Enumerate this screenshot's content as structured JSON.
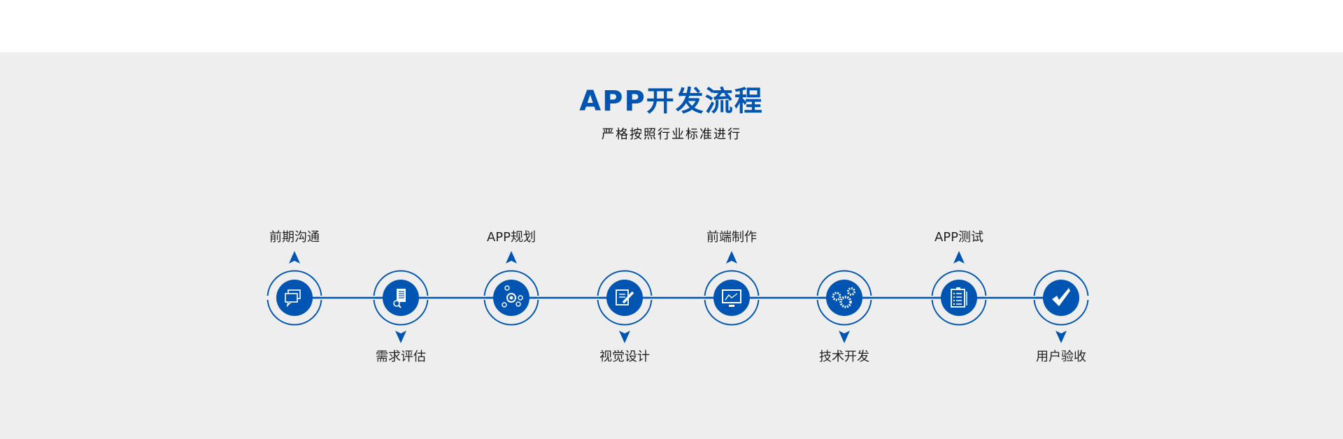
{
  "header": {
    "title": "APP开发流程",
    "subtitle": "严格按照行业标准进行"
  },
  "accent_color": "#0055b3",
  "steps": [
    {
      "label": "前期沟通",
      "icon": "chat-icon",
      "position": "top"
    },
    {
      "label": "需求评估",
      "icon": "document-search-icon",
      "position": "bottom"
    },
    {
      "label": "APP规划",
      "icon": "network-icon",
      "position": "top"
    },
    {
      "label": "视觉设计",
      "icon": "design-edit-icon",
      "position": "bottom"
    },
    {
      "label": "前端制作",
      "icon": "monitor-chart-icon",
      "position": "top"
    },
    {
      "label": "技术开发",
      "icon": "gears-icon",
      "position": "bottom"
    },
    {
      "label": "APP测试",
      "icon": "clipboard-checklist-icon",
      "position": "top"
    },
    {
      "label": "用户验收",
      "icon": "checkmark-icon",
      "position": "bottom"
    }
  ]
}
